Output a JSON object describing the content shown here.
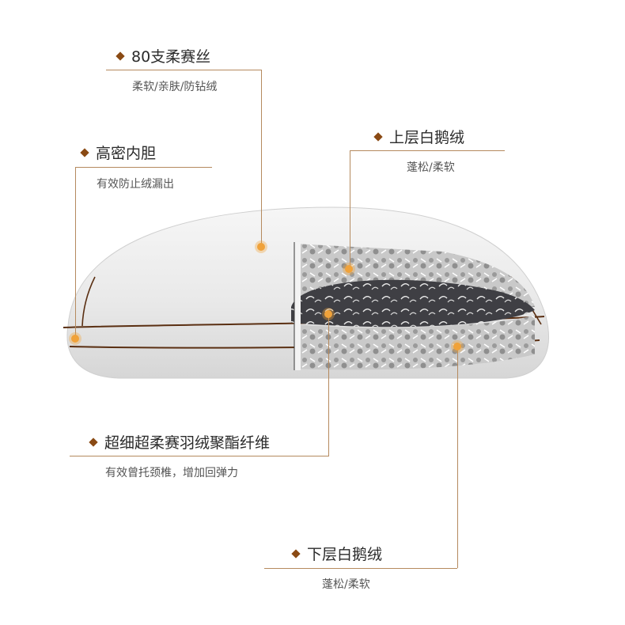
{
  "annotations": {
    "silk": {
      "title": "80支柔赛丝",
      "subtitle": "柔软/亲肤/防钻绒"
    },
    "inner": {
      "title": "高密内胆",
      "subtitle": "有效防止绒漏出"
    },
    "upper": {
      "title": "上层白鹅绒",
      "subtitle": "蓬松/柔软"
    },
    "fiber": {
      "title": "超细超柔赛羽绒聚酯纤维",
      "subtitle": "有效曾托颈椎，增加回弹力"
    },
    "lower": {
      "title": "下层白鹅绒",
      "subtitle": "蓬松/柔软"
    }
  },
  "colors": {
    "accent": "#8a4a14",
    "line": "#b58a5e",
    "marker": "#f0a23a"
  }
}
